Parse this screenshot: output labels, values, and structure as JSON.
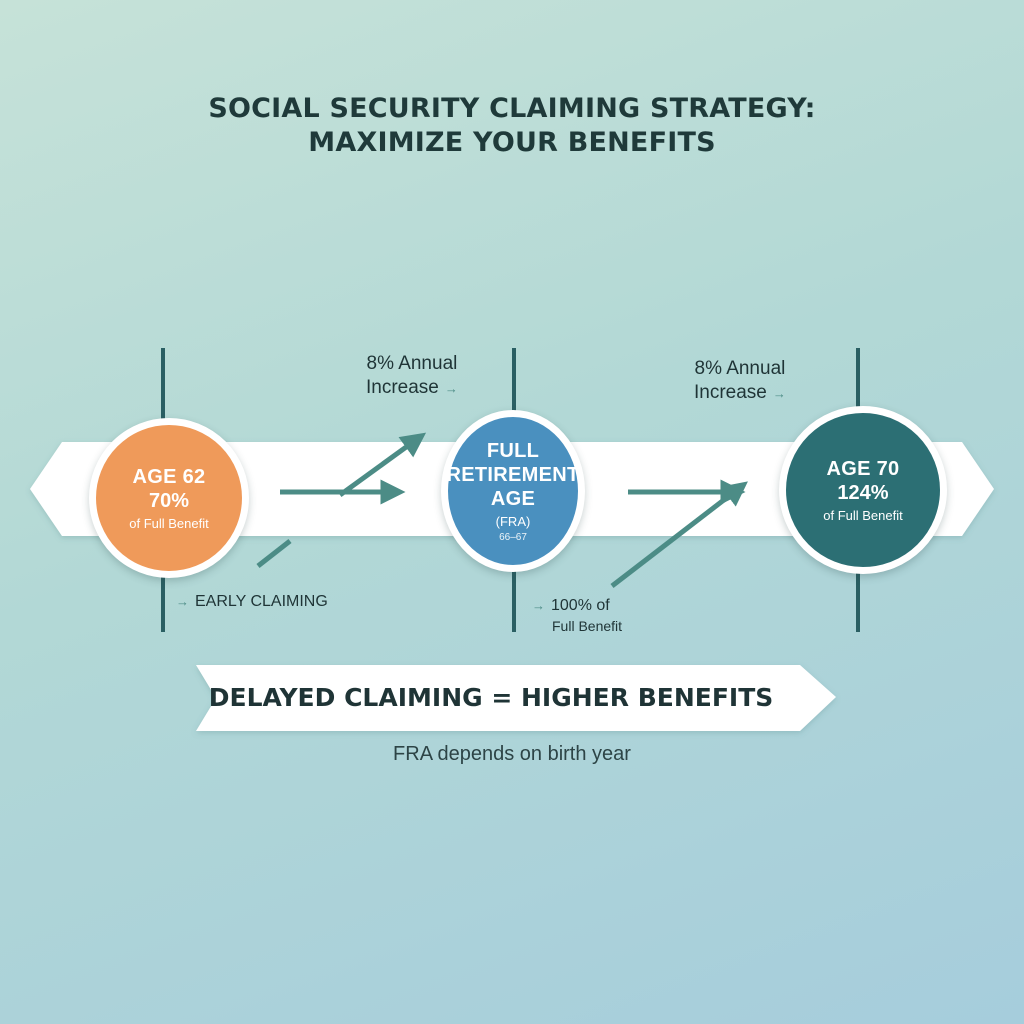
{
  "title": {
    "line1": "SOCIAL SECURITY CLAIMING STRATEGY:",
    "line2": "MAXIMIZE YOUR BENEFITS"
  },
  "milestones": [
    {
      "line1": "AGE 62",
      "line2": "70%",
      "line3": "of Full Benefit",
      "color": "#ef9a5a"
    },
    {
      "line1": "FULL",
      "line2": "RETIREMENT",
      "line3": "AGE",
      "line4": "(FRA)",
      "line5": "66–67",
      "color": "#4a90bf"
    },
    {
      "line1": "AGE 70",
      "line2": "124%",
      "line3": "of Full Benefit",
      "color": "#2c6f74"
    }
  ],
  "labels": {
    "increase1": {
      "line1": "8% Annual",
      "line2": "Increase",
      "arrow": "→"
    },
    "increase2": {
      "line1": "8% Annual",
      "line2": "Increase",
      "arrow": "→"
    },
    "early": {
      "arrow": "→",
      "text": "EARLY CLAIMING"
    },
    "fra_benefit": {
      "arrow": "→",
      "line1": "100% of",
      "line2": "Full Benefit"
    }
  },
  "banner": {
    "text": "DELAYED CLAIMING = HIGHER BENEFITS"
  },
  "footnote": "FRA depends on birth year",
  "colors": {
    "accent": "#4c8c86",
    "dark": "#2a5f63",
    "background": "#b2d8d6"
  }
}
